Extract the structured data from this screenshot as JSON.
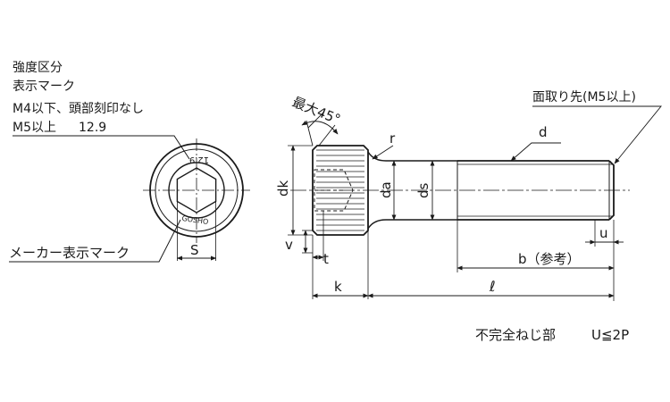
{
  "notes": {
    "strength_title_1": "強度区分",
    "strength_title_2": "表示マーク",
    "m4_note": "M4以下、頭部刻印なし",
    "m5_label": "M5以上",
    "m5_value": "12.9"
  },
  "head_marking": {
    "grade": "12.9",
    "maker": "GOSHO"
  },
  "labels": {
    "maker_mark": "メーカー表示マーク",
    "s": "S",
    "max_angle": "最大45°",
    "r": "r",
    "d": "d",
    "chamfer": "面取り先(M5以上)",
    "dk": "dk",
    "da": "da",
    "ds": "ds",
    "v": "v",
    "t": "t",
    "k": "k",
    "b": "b（参考）",
    "u": "u",
    "l": "ℓ",
    "incomplete_thread": "不完全ねじ部",
    "u_rule": "U≦2P"
  }
}
